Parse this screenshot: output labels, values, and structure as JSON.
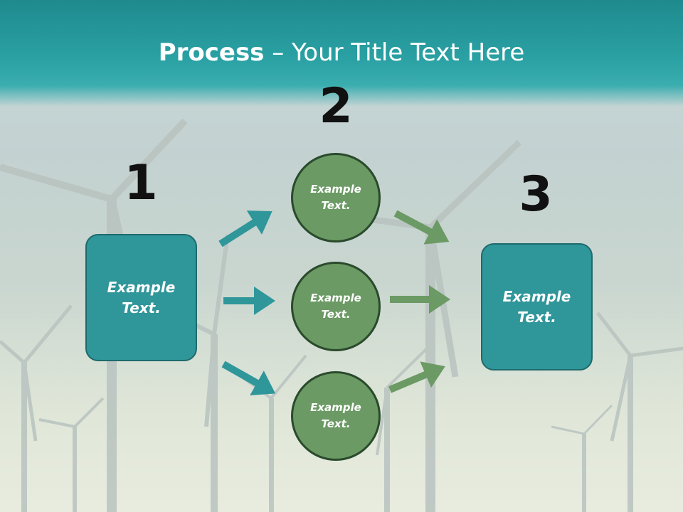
{
  "title": {
    "bold": "Process",
    "rest": " – Your Title Text Here"
  },
  "steps": [
    {
      "number": "1",
      "text": "Example Text."
    },
    {
      "number": "2",
      "text": "Example Text."
    },
    {
      "number": "3",
      "text": "Example Text."
    }
  ],
  "circles": [
    {
      "text": "Example Text."
    },
    {
      "text": "Example Text."
    },
    {
      "text": "Example Text."
    }
  ],
  "colors": {
    "header": "#2aa1a4",
    "box_fill": "#2f969a",
    "circle_fill": "#6b9a64",
    "teal_arrow": "#2f969a",
    "green_arrow": "#6b9a64"
  }
}
